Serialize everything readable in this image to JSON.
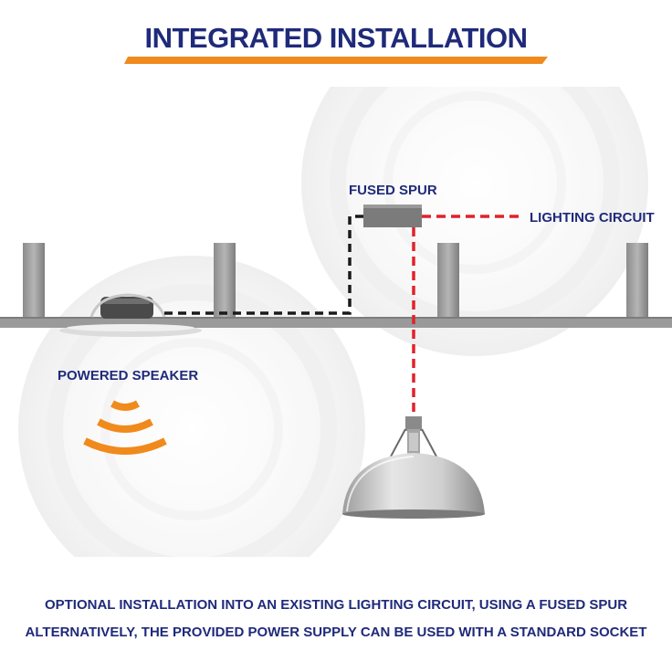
{
  "title": "INTEGRATED INSTALLATION",
  "labels": {
    "fused_spur": "FUSED SPUR",
    "lighting_circuit": "LIGHTING CIRCUIT",
    "powered_speaker": "POWERED SPEAKER"
  },
  "captions": [
    "OPTIONAL INSTALLATION INTO AN EXISTING LIGHTING CIRCUIT, USING A FUSED SPUR",
    "ALTERNATIVELY, THE PROVIDED POWER SUPPLY CAN BE USED WITH A STANDARD SOCKET"
  ],
  "colors": {
    "title_text": "#1f2a7a",
    "accent_orange": "#f08a1c",
    "wire_red": "#e0222a",
    "wire_black": "#1a1a1a",
    "ceiling_grey": "#9a9a9a"
  }
}
